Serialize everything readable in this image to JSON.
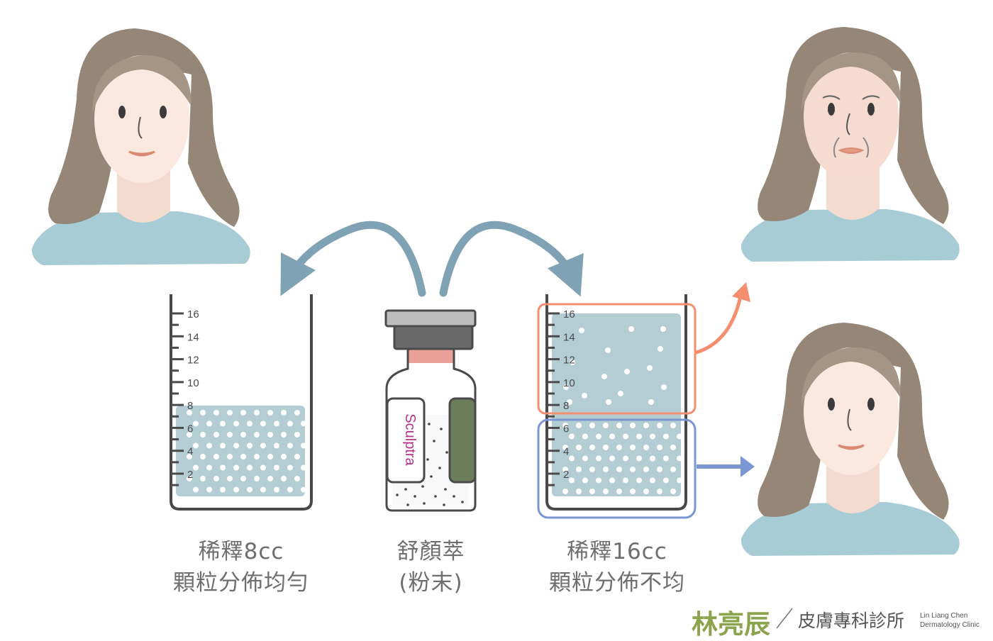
{
  "left_beaker": {
    "scale_labels": [
      "16",
      "14",
      "12",
      "10",
      "8",
      "6",
      "4",
      "2"
    ],
    "fill_level": 8,
    "caption_line1": "稀釋8cc",
    "caption_line2": "顆粒分佈均勻"
  },
  "vial": {
    "label": "Sculptra",
    "caption_line1": "舒顏萃",
    "caption_line2": "(粉末)"
  },
  "right_beaker": {
    "scale_labels": [
      "16",
      "14",
      "12",
      "10",
      "8",
      "6",
      "4",
      "2"
    ],
    "fill_level": 16,
    "caption_line1": "稀釋16cc",
    "caption_line2": "顆粒分佈不均"
  },
  "brand": {
    "name": "林亮辰",
    "clinic": "皮膚專科診所",
    "english_line1": "Lin Liang Chen",
    "english_line2": "Dermatology Clinic"
  },
  "colors": {
    "liquid": "#b3cdd3",
    "arrow_gray": "#7fa2b4",
    "highlight_orange": "#f58e6f",
    "highlight_blue": "#7b97d1",
    "vial_label_text": "#b8318a",
    "brand_green": "#8aa34c",
    "caption_text": "#6e6e6e"
  }
}
